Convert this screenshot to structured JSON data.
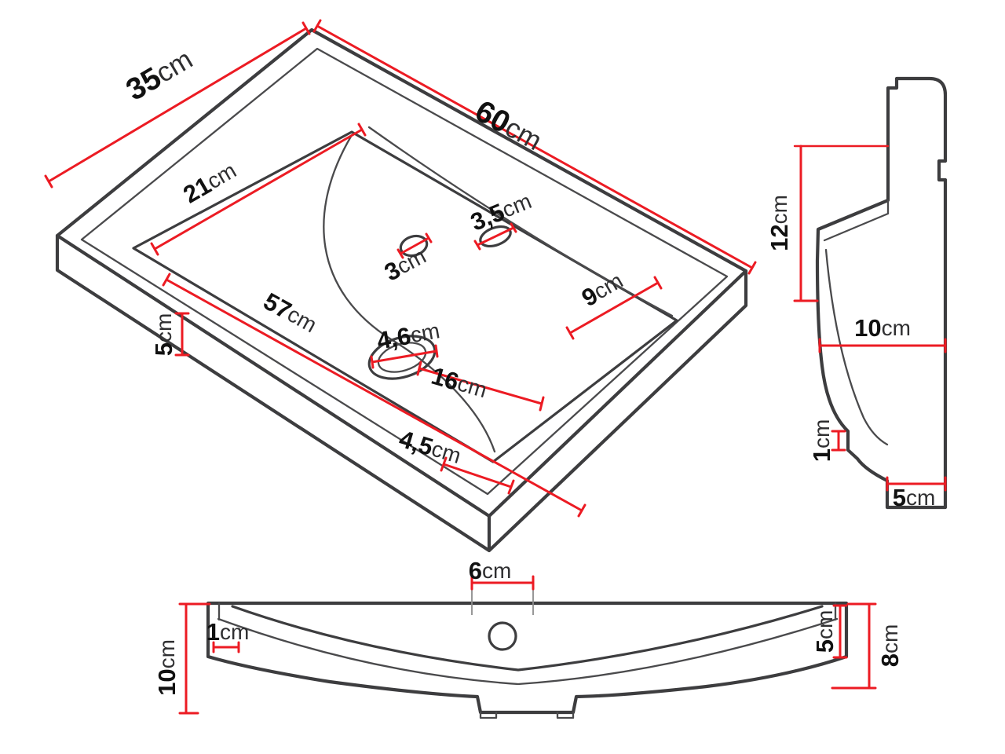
{
  "colors": {
    "dimension_red": "#ec1b23",
    "drawing_gray": "#3d3d3f",
    "background": "#ffffff"
  },
  "perspective": {
    "d35": {
      "num": "35",
      "unit": "cm"
    },
    "d60": {
      "num": "60",
      "unit": "cm"
    },
    "d21": {
      "num": "21",
      "unit": "cm"
    },
    "d3": {
      "num": "3",
      "unit": "cm"
    },
    "d3_5": {
      "num": "3,5",
      "unit": "cm"
    },
    "d9": {
      "num": "9",
      "unit": "cm"
    },
    "d57": {
      "num": "57",
      "unit": "cm"
    },
    "d5": {
      "num": "5",
      "unit": "cm"
    },
    "d4_6": {
      "num": "4,6",
      "unit": "cm"
    },
    "d16": {
      "num": "16",
      "unit": "cm"
    },
    "d4_5": {
      "num": "4,5",
      "unit": "cm"
    }
  },
  "side": {
    "d12": {
      "num": "12",
      "unit": "cm"
    },
    "d10": {
      "num": "10",
      "unit": "cm"
    },
    "d1": {
      "num": "1",
      "unit": "cm"
    },
    "d5": {
      "num": "5",
      "unit": "cm"
    }
  },
  "front": {
    "d6": {
      "num": "6",
      "unit": "cm"
    },
    "d1": {
      "num": "1",
      "unit": "cm"
    },
    "d10": {
      "num": "10",
      "unit": "cm"
    },
    "d5": {
      "num": "5",
      "unit": "cm"
    },
    "d8": {
      "num": "8",
      "unit": "cm"
    }
  }
}
